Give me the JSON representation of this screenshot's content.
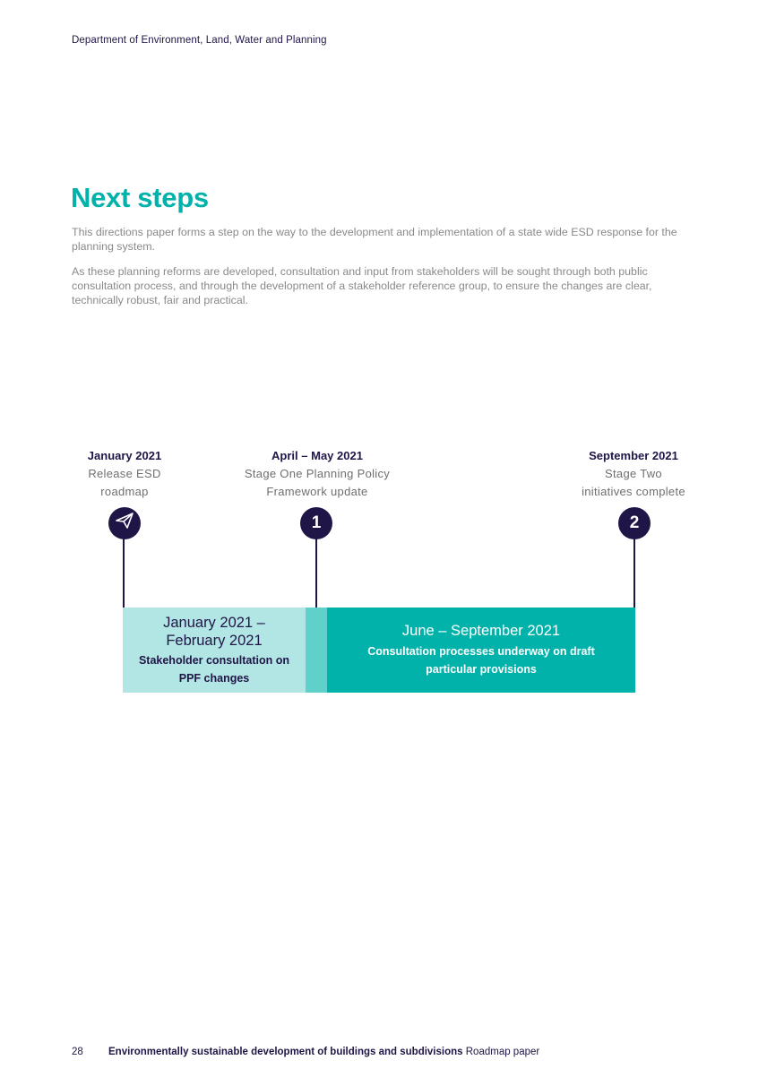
{
  "header": {
    "org": "Department of Environment, Land, Water and Planning"
  },
  "section": {
    "title": "Next steps",
    "paragraphs": [
      "This directions paper forms a step on the way to the development and implementation of a state wide ESD response for the planning system.",
      "As these planning reforms are developed, consultation and input from stakeholders will be sought through both public consultation process, and through the development of a stakeholder reference group, to ensure the changes are clear, technically robust, fair and practical."
    ]
  },
  "timeline": {
    "milestones": [
      {
        "date": "January 2021",
        "text_line1": "Release ESD",
        "text_line2": "roadmap",
        "marker_icon": "paper-plane-icon"
      },
      {
        "date": "April – May 2021",
        "text_line1": "Stage One Planning Policy",
        "text_line2": "Framework update",
        "marker": "1"
      },
      {
        "date": "September 2021",
        "text_line1": "Stage Two",
        "text_line2": "initiatives complete",
        "marker": "2"
      }
    ],
    "periods": [
      {
        "heading": "January 2021 – February 2021",
        "text": "Stakeholder consultation on PPF changes"
      },
      {
        "heading": "June – September 2021",
        "text": "Consultation processes underway on draft particular provisions"
      }
    ],
    "colors": {
      "navy": "#201547",
      "teal": "#00b2a9",
      "light_teal": "#b2e6e4",
      "mid_teal": "#5fd0ca"
    }
  },
  "footer": {
    "page_number": "28",
    "title_bold": "Environmentally sustainable development of buildings and subdivisions",
    "title_suffix": "Roadmap paper"
  }
}
